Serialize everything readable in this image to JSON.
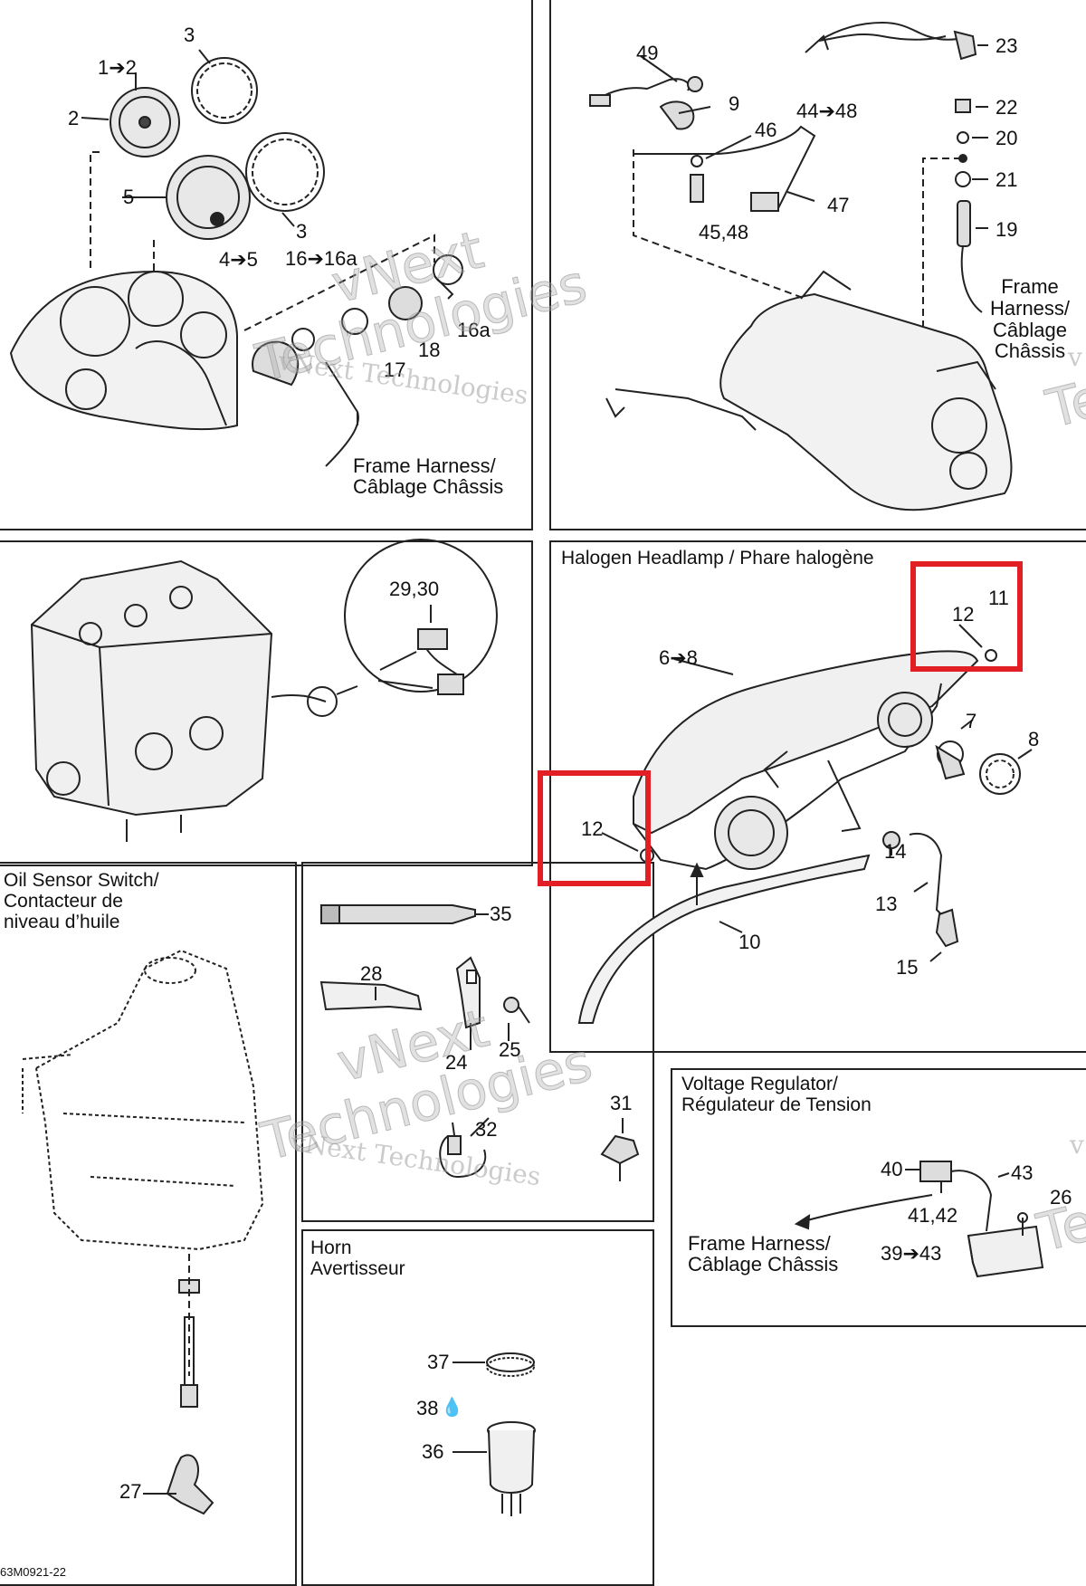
{
  "panels": {
    "gauges": {
      "callouts": [
        "1➔2",
        "2",
        "3",
        "5",
        "3",
        "4➔5",
        "16➔16a",
        "16a",
        "18",
        "17"
      ],
      "harness_label": "Frame Harness/\nCâblage Châssis"
    },
    "switch": {
      "callouts": [
        "49",
        "9",
        "46",
        "44➔48",
        "47",
        "45,48",
        "23",
        "22",
        "20",
        "21",
        "19"
      ],
      "harness_label": "Frame\nHarness/\nCâblage\nChâssis"
    },
    "engine": {
      "callouts": [
        "29,30"
      ]
    },
    "headlamp": {
      "title": "Halogen Headlamp / Phare halogène",
      "callouts": [
        "12",
        "11",
        "6➔8",
        "7",
        "8",
        "12",
        "14",
        "13",
        "10",
        "15"
      ]
    },
    "oil": {
      "title": "Oil Sensor Switch/\nContacteur de\nniveau d’huile",
      "callouts": [
        "27"
      ]
    },
    "misc": {
      "callouts": [
        "35",
        "28",
        "24",
        "25",
        "32",
        "31"
      ]
    },
    "regulator": {
      "title": "Voltage Regulator/\nRégulateur de Tension",
      "callouts": [
        "40",
        "41,42",
        "43",
        "26",
        "39➔43"
      ],
      "harness_label": "Frame Harness/\nCâblage Châssis"
    },
    "horn": {
      "title": "Horn\nAvertisseur",
      "callouts": [
        "37",
        "38",
        "36"
      ]
    }
  },
  "watermarks": [
    "vNext Technologies",
    "vNext\nTechnologies",
    "vNext Technologies",
    "vNext\nTechnologies",
    "v",
    "Te",
    "v",
    "Te"
  ],
  "footer_code": "63M0921-22",
  "highlight_color": "#e31f26"
}
